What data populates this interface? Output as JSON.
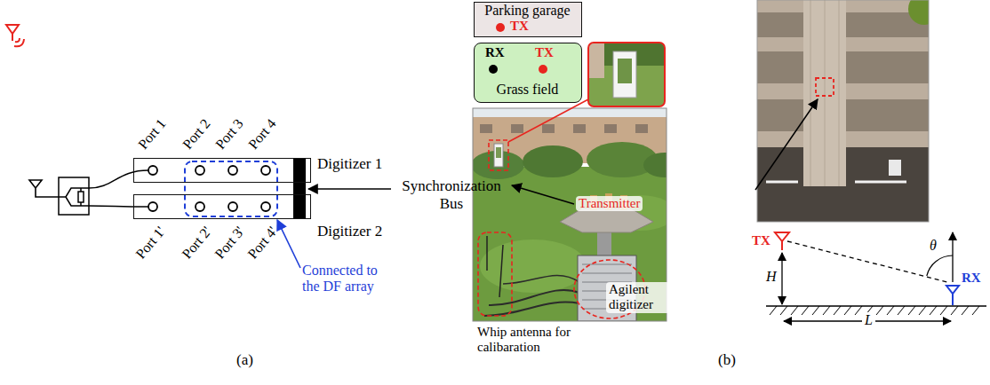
{
  "diagram": {
    "nodes": [
      {
        "text": [
          "Digitizer 1"
        ]
      },
      {
        "text": [
          "Digitizer 2"
        ]
      },
      {
        "text": [
          "Parking garage",
          "TX"
        ]
      },
      {
        "text": [
          "RX",
          "TX",
          "Grass field"
        ]
      }
    ],
    "labels": [
      "Port 1",
      "Port 2",
      "Port 3",
      "Port 4",
      "Port 1'",
      "Port 2'",
      "Port 3'",
      "Port 4'",
      "Synchronization Bus",
      "Connected to the DF array",
      "(a)",
      "Transmitter",
      "Agilent digitizer",
      "Whip antenna for calibaration",
      "TX",
      "H",
      "θ",
      "L",
      "RX",
      "(b)"
    ]
  }
}
